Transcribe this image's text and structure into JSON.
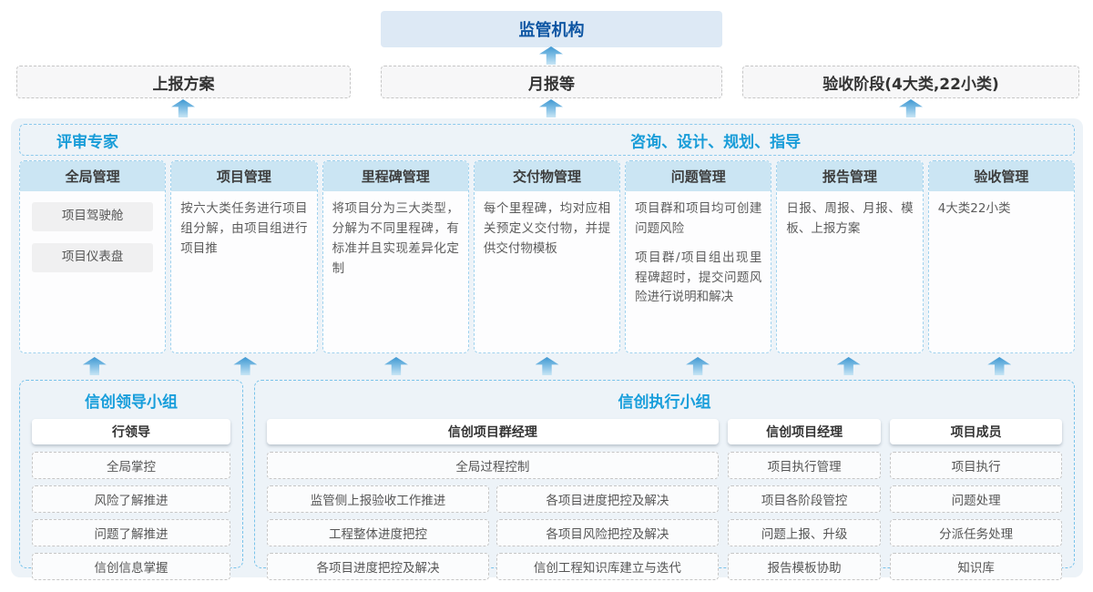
{
  "colors": {
    "accent_blue": "#189cd8",
    "dark_blue": "#0e56a3",
    "header_fill": "#cbe5f3",
    "container_fill": "#edf3f8",
    "arrow_blue": "#3e97d2"
  },
  "top": {
    "regulator": "监管机构"
  },
  "row2": {
    "report_plan": "上报方案",
    "monthly_report": "月报等",
    "acceptance_stage": "验收阶段(4大类,22小类)"
  },
  "band": {
    "left": "评审专家",
    "right": "咨询、设计、规划、指导"
  },
  "columns": [
    {
      "title": "全局管理",
      "pills": [
        "项目驾驶舱",
        "项目仪表盘"
      ]
    },
    {
      "title": "项目管理",
      "paras": [
        "按六大类任务进行项目组分解，由项目组进行项目推"
      ]
    },
    {
      "title": "里程碑管理",
      "paras": [
        "将项目分为三大类型，分解为不同里程碑，有标准并且实现差异化定制"
      ]
    },
    {
      "title": "交付物管理",
      "paras": [
        "每个里程碑，均对应相关预定义交付物，并提供交付物模板"
      ]
    },
    {
      "title": "问题管理",
      "paras": [
        "项目群和项目均可创建问题风险",
        "项目群/项目组出现里程碑超时，提交问题风险进行说明和解决"
      ]
    },
    {
      "title": "报告管理",
      "paras": [
        "日报、周报、月报、模板、上报方案"
      ]
    },
    {
      "title": "验收管理",
      "paras": [
        "4大类22小类"
      ]
    }
  ],
  "groups": {
    "lead": {
      "title": "信创领导小组",
      "role": "行领导",
      "items": [
        "全局掌控",
        "风险了解推进",
        "问题了解推进",
        "信创信息掌握"
      ]
    },
    "exec": {
      "title": "信创执行小组",
      "pm_group": {
        "role": "信创项目群经理",
        "full_item": "全局过程控制",
        "grid_items": [
          "监管侧上报验收工作推进",
          "各项目进度把控及解决",
          "工程整体进度把控",
          "各项目风险把控及解决",
          "各项目进度把控及解决",
          "信创工程知识库建立与迭代"
        ]
      },
      "pm": {
        "role": "信创项目经理",
        "items": [
          "项目执行管理",
          "项目各阶段管控",
          "问题上报、升级",
          "报告模板协助"
        ]
      },
      "member": {
        "role": "项目成员",
        "items": [
          "项目执行",
          "问题处理",
          "分派任务处理",
          "知识库"
        ]
      }
    }
  }
}
